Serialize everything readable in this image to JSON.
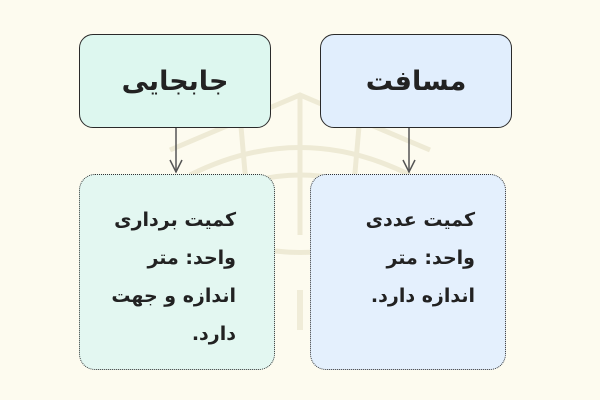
{
  "diagram": {
    "left": {
      "title": "جابجایی",
      "lines": [
        "کمیت برداری",
        "واحد: متر",
        "اندازه و جهت",
        "دارد."
      ]
    },
    "right": {
      "title": "مسافت",
      "lines": [
        "کمیت عددی",
        "واحد: متر",
        "اندازه دارد."
      ]
    }
  },
  "colors": {
    "background": "#fdfbef",
    "left_fill": "#ddf7ef",
    "right_fill": "#e1eefd",
    "border": "#2a2a2a"
  }
}
